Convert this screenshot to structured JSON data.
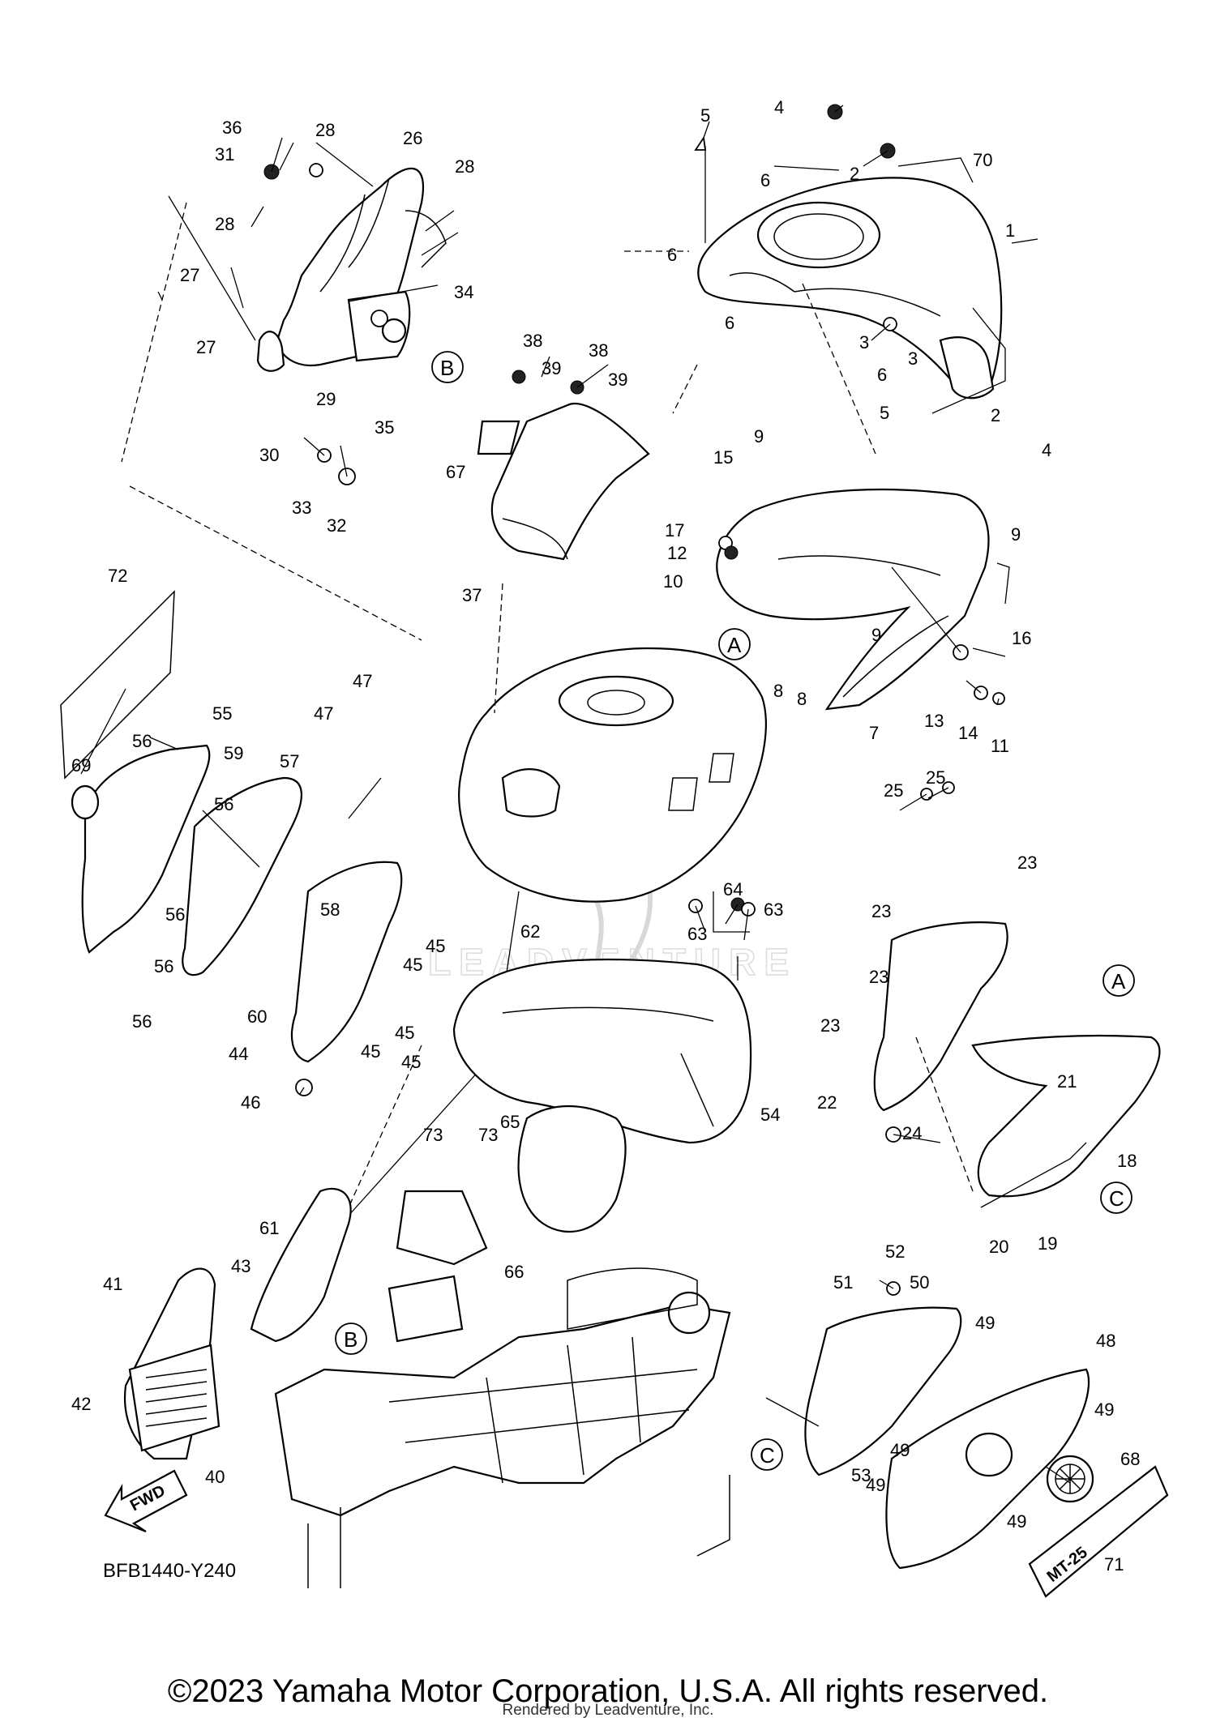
{
  "diagram": {
    "code": "BFB1440-Y240",
    "fwd_label": "FWD",
    "copyright": "©2023 Yamaha Motor Corporation, U.S.A. All rights reserved.",
    "rendered_by": "Rendered by Leadventure, Inc.",
    "watermark": "LEADVENTURE",
    "decal_text": "MT-25",
    "reference_letters": [
      "A",
      "B",
      "C"
    ],
    "part_numbers": [
      "1",
      "2",
      "3",
      "4",
      "5",
      "6",
      "7",
      "8",
      "9",
      "10",
      "11",
      "12",
      "13",
      "14",
      "15",
      "16",
      "17",
      "18",
      "19",
      "20",
      "21",
      "22",
      "23",
      "24",
      "25",
      "26",
      "27",
      "28",
      "29",
      "30",
      "31",
      "32",
      "33",
      "34",
      "35",
      "36",
      "37",
      "38",
      "39",
      "40",
      "41",
      "42",
      "43",
      "44",
      "45",
      "46",
      "47",
      "48",
      "49",
      "50",
      "51",
      "52",
      "53",
      "54",
      "55",
      "56",
      "57",
      "58",
      "59",
      "60",
      "61",
      "62",
      "63",
      "64",
      "65",
      "66",
      "67",
      "68",
      "69",
      "70",
      "71",
      "72",
      "73"
    ]
  }
}
